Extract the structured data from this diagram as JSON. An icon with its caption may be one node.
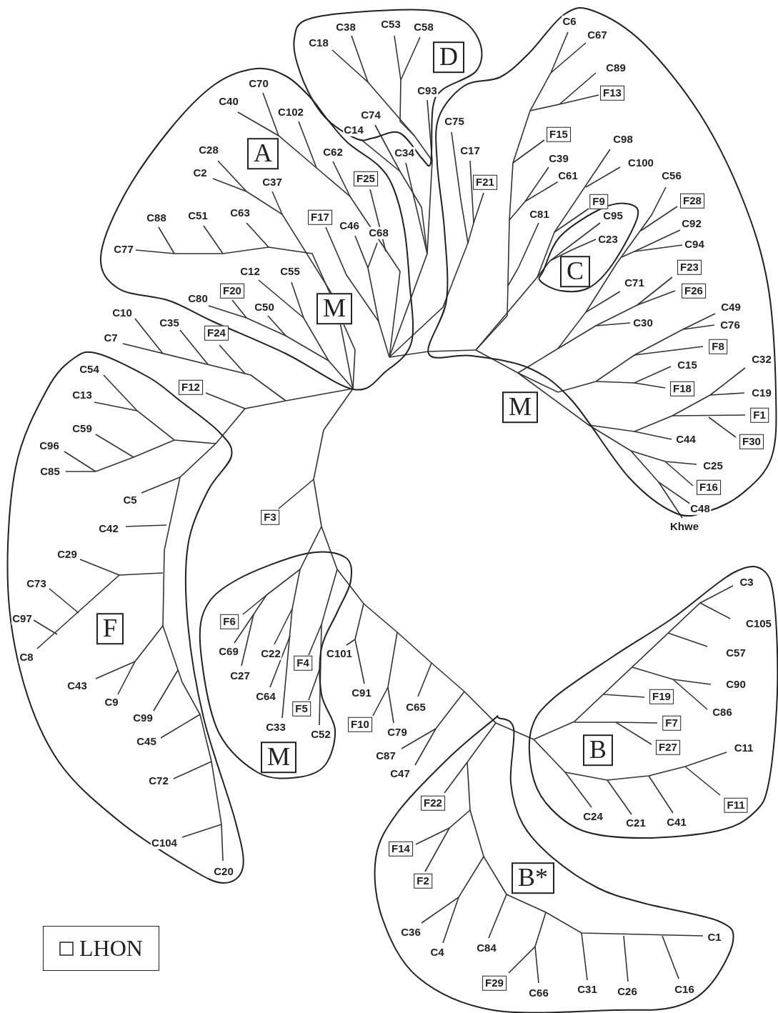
{
  "diagram": {
    "nodes": [
      {
        "text": [],
        "shape": "blob"
      },
      {
        "text": [
          "A"
        ],
        "in": 0
      },
      {
        "text": [
          "M"
        ],
        "in": 0
      },
      {
        "text": [
          "C70"
        ],
        "in": 0
      },
      {
        "text": [
          "C40"
        ],
        "in": 0
      },
      {
        "text": [
          "C102"
        ],
        "in": 0
      },
      {
        "text": [
          "C28"
        ],
        "in": 0
      },
      {
        "text": [
          "C2"
        ],
        "in": 0
      },
      {
        "text": [
          "C37"
        ],
        "in": 0
      },
      {
        "text": [
          "C62"
        ],
        "in": 0
      },
      {
        "text": [
          "F25"
        ],
        "in": 0
      },
      {
        "text": [
          "C88"
        ],
        "in": 0
      },
      {
        "text": [
          "C51"
        ],
        "in": 0
      },
      {
        "text": [
          "C63"
        ],
        "in": 0
      },
      {
        "text": [
          "F17"
        ],
        "in": 0
      },
      {
        "text": [
          "C46"
        ],
        "in": 0
      },
      {
        "text": [
          "C68"
        ],
        "in": 0
      },
      {
        "text": [
          "C77"
        ],
        "in": 0
      },
      {
        "text": [
          "C12"
        ],
        "in": 0
      },
      {
        "text": [
          "C55"
        ],
        "in": 0
      },
      {
        "text": [
          "F20"
        ],
        "in": 0
      },
      {
        "text": [
          "C80"
        ],
        "in": 0
      },
      {
        "text": [
          "C50"
        ],
        "in": 0
      },
      {
        "text": [],
        "shape": "blob"
      },
      {
        "text": [
          "D"
        ],
        "in": 23
      },
      {
        "text": [
          "C18"
        ],
        "in": 23
      },
      {
        "text": [
          "C38"
        ],
        "in": 23
      },
      {
        "text": [
          "C53"
        ],
        "in": 23
      },
      {
        "text": [
          "C58"
        ],
        "in": 23
      },
      {
        "text": [
          "C93"
        ],
        "in": 23
      },
      {
        "text": [
          "C74"
        ],
        "in": 23
      },
      {
        "text": [
          "C14"
        ],
        "in": 23
      },
      {
        "text": [
          "C34"
        ]
      },
      {
        "text": [],
        "shape": "blob"
      },
      {
        "text": [],
        "shape": "blob",
        "in": 33
      },
      {
        "text": [
          "C"
        ],
        "in": 34
      },
      {
        "text": [
          "C95"
        ],
        "in": 34
      },
      {
        "text": [
          "C23"
        ],
        "in": 34
      },
      {
        "text": [
          "M"
        ],
        "in": 33
      },
      {
        "text": [
          "C75"
        ],
        "in": 33
      },
      {
        "text": [
          "C17"
        ],
        "in": 33
      },
      {
        "text": [
          "F21"
        ],
        "in": 33
      },
      {
        "text": [
          "C6"
        ],
        "in": 33
      },
      {
        "text": [
          "C67"
        ],
        "in": 33
      },
      {
        "text": [
          "C89"
        ],
        "in": 33
      },
      {
        "text": [
          "F13"
        ],
        "in": 33
      },
      {
        "text": [
          "F15"
        ],
        "in": 33
      },
      {
        "text": [
          "C98"
        ],
        "in": 33
      },
      {
        "text": [
          "C39"
        ],
        "in": 33
      },
      {
        "text": [
          "C100"
        ],
        "in": 33
      },
      {
        "text": [
          "C61"
        ],
        "in": 33
      },
      {
        "text": [
          "C56"
        ],
        "in": 33
      },
      {
        "text": [
          "F28"
        ],
        "in": 33
      },
      {
        "text": [
          "C81"
        ],
        "in": 33
      },
      {
        "text": [
          "F9"
        ],
        "in": 33
      },
      {
        "text": [
          "C92"
        ],
        "in": 33
      },
      {
        "text": [
          "C94"
        ],
        "in": 33
      },
      {
        "text": [
          "F23"
        ],
        "in": 33
      },
      {
        "text": [
          "C71"
        ],
        "in": 33
      },
      {
        "text": [
          "F26"
        ],
        "in": 33
      },
      {
        "text": [
          "C30"
        ],
        "in": 33
      },
      {
        "text": [
          "C49"
        ],
        "in": 33
      },
      {
        "text": [
          "C76"
        ],
        "in": 33
      },
      {
        "text": [
          "F8"
        ],
        "in": 33
      },
      {
        "text": [
          "C15"
        ],
        "in": 33
      },
      {
        "text": [
          "C32"
        ],
        "in": 33
      },
      {
        "text": [
          "F18"
        ],
        "in": 33
      },
      {
        "text": [
          "C19"
        ],
        "in": 33
      },
      {
        "text": [
          "F1"
        ],
        "in": 33
      },
      {
        "text": [
          "F30"
        ],
        "in": 33
      },
      {
        "text": [
          "C44"
        ],
        "in": 33
      },
      {
        "text": [
          "C25"
        ],
        "in": 33
      },
      {
        "text": [
          "F16"
        ],
        "in": 33
      },
      {
        "text": [
          "C48"
        ],
        "in": 33
      },
      {
        "text": [
          "Khwe"
        ]
      },
      {
        "text": [
          "C10"
        ]
      },
      {
        "text": [
          "C35"
        ]
      },
      {
        "text": [
          "C7"
        ]
      },
      {
        "text": [
          "F24"
        ]
      },
      {
        "text": [
          "F12"
        ]
      },
      {
        "text": [],
        "shape": "blob"
      },
      {
        "text": [
          "F"
        ],
        "in": 80
      },
      {
        "text": [
          "C54"
        ],
        "in": 80
      },
      {
        "text": [
          "C13"
        ],
        "in": 80
      },
      {
        "text": [
          "C59"
        ],
        "in": 80
      },
      {
        "text": [
          "C96"
        ],
        "in": 80
      },
      {
        "text": [
          "C85"
        ],
        "in": 80
      },
      {
        "text": [
          "C5"
        ],
        "in": 80
      },
      {
        "text": [
          "C42"
        ],
        "in": 80
      },
      {
        "text": [
          "C29"
        ],
        "in": 80
      },
      {
        "text": [
          "C73"
        ],
        "in": 80
      },
      {
        "text": [
          "C97"
        ],
        "in": 80
      },
      {
        "text": [
          "C8"
        ],
        "in": 80
      },
      {
        "text": [
          "C43"
        ],
        "in": 80
      },
      {
        "text": [
          "C9"
        ],
        "in": 80
      },
      {
        "text": [
          "C99"
        ],
        "in": 80
      },
      {
        "text": [
          "C45"
        ],
        "in": 80
      },
      {
        "text": [
          "C72"
        ],
        "in": 80
      },
      {
        "text": [
          "C104"
        ],
        "in": 80
      },
      {
        "text": [
          "C20"
        ],
        "in": 80
      },
      {
        "text": [
          "F3"
        ]
      },
      {
        "text": [],
        "shape": "blob"
      },
      {
        "text": [
          "M"
        ],
        "in": 101
      },
      {
        "text": [
          "F6"
        ],
        "in": 101
      },
      {
        "text": [
          "C69"
        ],
        "in": 101
      },
      {
        "text": [
          "C22"
        ],
        "in": 101
      },
      {
        "text": [
          "F4"
        ],
        "in": 101
      },
      {
        "text": [
          "C27"
        ],
        "in": 101
      },
      {
        "text": [
          "C64"
        ],
        "in": 101
      },
      {
        "text": [
          "C101"
        ],
        "in": 101
      },
      {
        "text": [
          "F5"
        ],
        "in": 101
      },
      {
        "text": [
          "C33"
        ],
        "in": 101
      },
      {
        "text": [
          "C52"
        ],
        "in": 101
      },
      {
        "text": [
          "C91"
        ]
      },
      {
        "text": [
          "F10"
        ]
      },
      {
        "text": [
          "C79"
        ]
      },
      {
        "text": [
          "C65"
        ]
      },
      {
        "text": [
          "C87"
        ]
      },
      {
        "text": [
          "C47"
        ]
      },
      {
        "text": [],
        "shape": "blob"
      },
      {
        "text": [
          "B"
        ],
        "in": 119
      },
      {
        "text": [
          "C3"
        ],
        "in": 119
      },
      {
        "text": [
          "C105"
        ],
        "in": 119
      },
      {
        "text": [
          "C57"
        ],
        "in": 119
      },
      {
        "text": [
          "C90"
        ],
        "in": 119
      },
      {
        "text": [
          "F19"
        ],
        "in": 119
      },
      {
        "text": [
          "C86"
        ],
        "in": 119
      },
      {
        "text": [
          "F7"
        ],
        "in": 119
      },
      {
        "text": [
          "F27"
        ],
        "in": 119
      },
      {
        "text": [
          "C11"
        ],
        "in": 119
      },
      {
        "text": [
          "C24"
        ],
        "in": 119
      },
      {
        "text": [
          "C21"
        ],
        "in": 119
      },
      {
        "text": [
          "C41"
        ],
        "in": 119
      },
      {
        "text": [
          "F11"
        ],
        "in": 119
      },
      {
        "text": [],
        "shape": "blob"
      },
      {
        "text": [
          "B*"
        ],
        "in": 134
      },
      {
        "text": [
          "F22"
        ],
        "in": 134
      },
      {
        "text": [
          "F14"
        ],
        "in": 134
      },
      {
        "text": [
          "F2"
        ],
        "in": 134
      },
      {
        "text": [
          "C36"
        ],
        "in": 134
      },
      {
        "text": [
          "C4"
        ],
        "in": 134
      },
      {
        "text": [
          "C84"
        ],
        "in": 134
      },
      {
        "text": [
          "F29"
        ],
        "in": 134
      },
      {
        "text": [
          "C66"
        ],
        "in": 134
      },
      {
        "text": [
          "C31"
        ],
        "in": 134
      },
      {
        "text": [
          "C26"
        ],
        "in": 134
      },
      {
        "text": [
          "C16"
        ],
        "in": 134
      },
      {
        "text": [
          "C1"
        ],
        "in": 134
      }
    ],
    "legend": [
      {
        "text": "LHON"
      }
    ]
  }
}
